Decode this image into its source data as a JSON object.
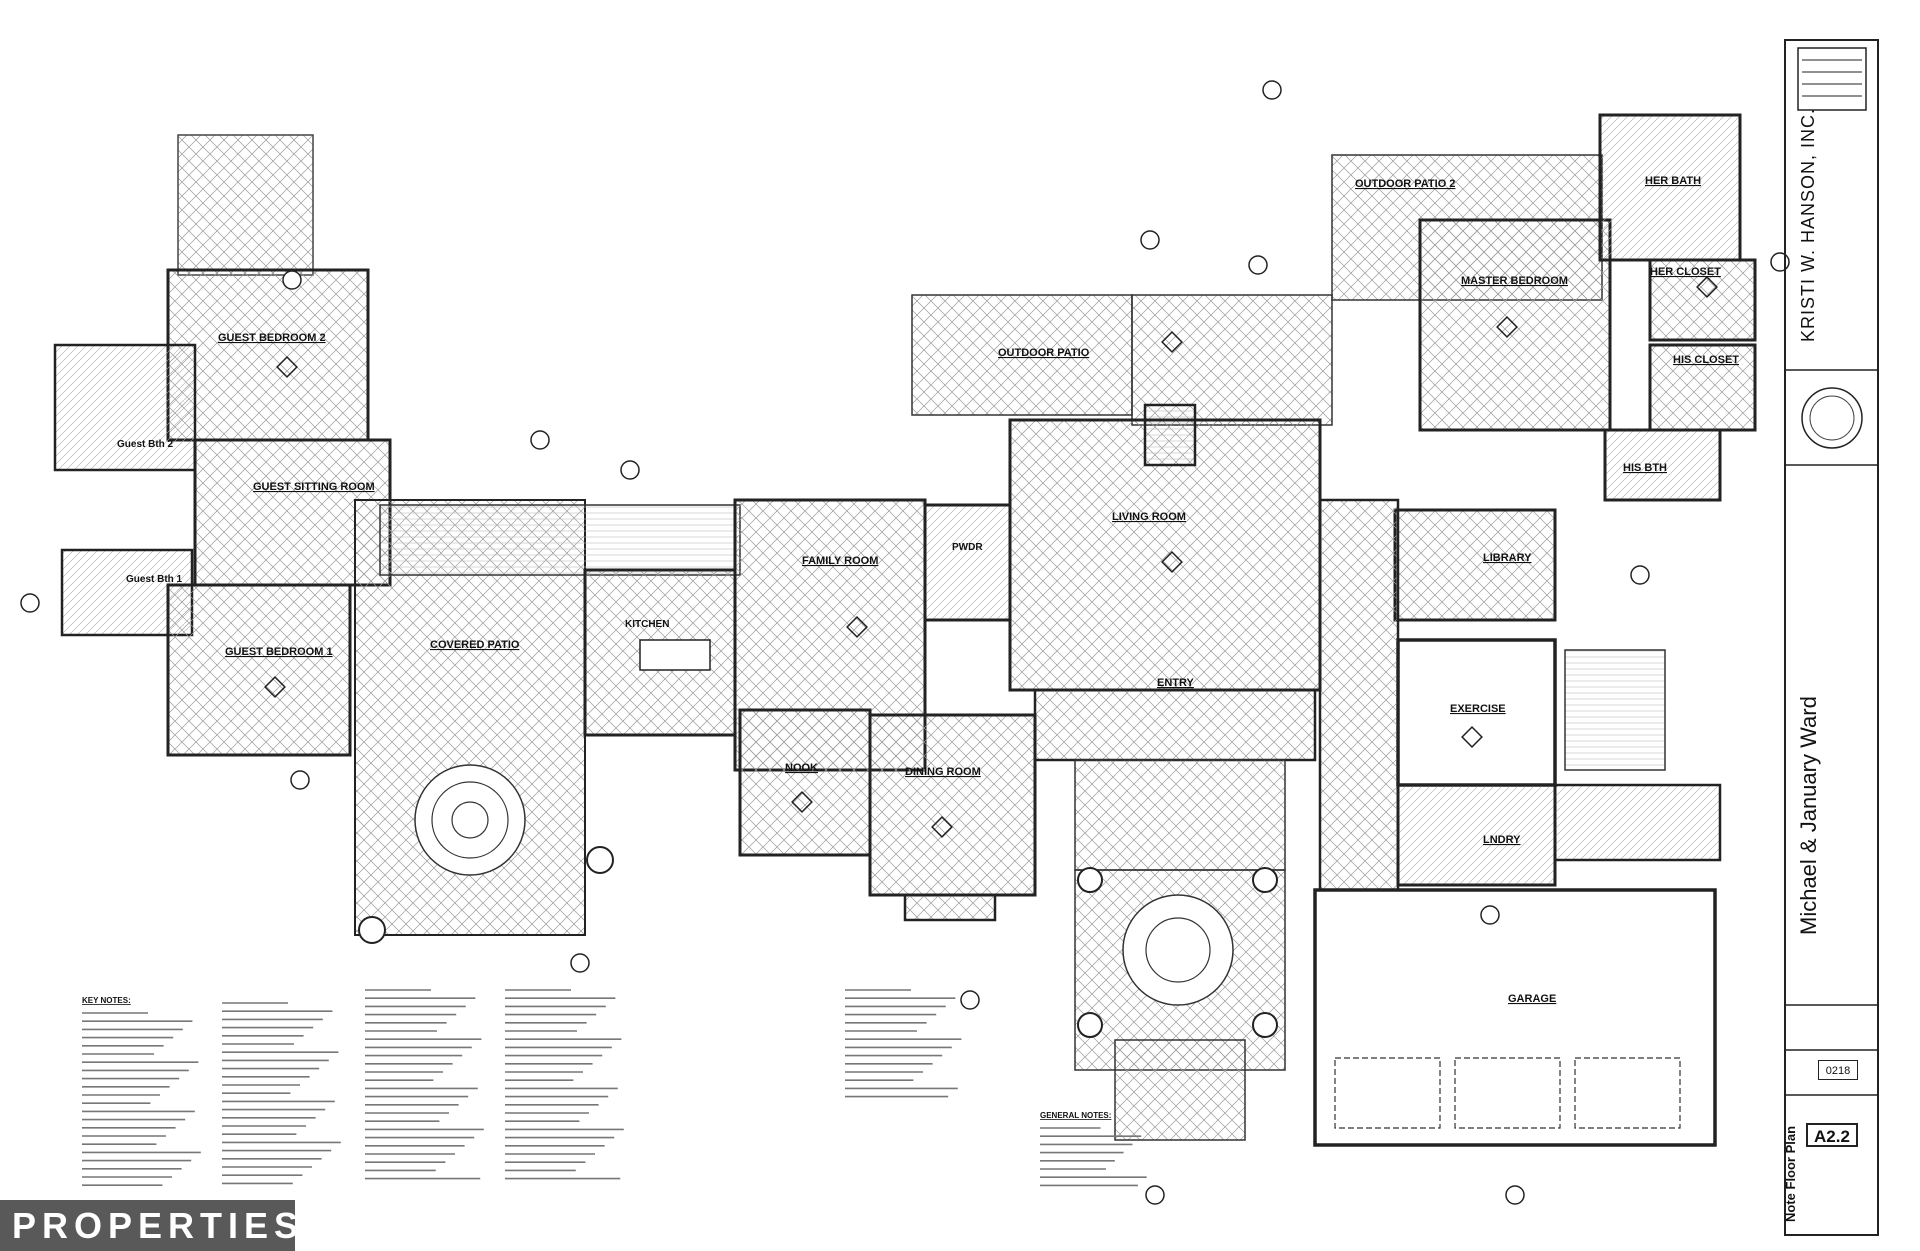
{
  "rooms": {
    "guest_bedroom_2": "GUEST BEDROOM 2",
    "guest_bth_2": "Guest Bth 2",
    "guest_sitting_room": "GUEST SITTING ROOM",
    "guest_bth_1": "Guest Bth 1",
    "guest_bedroom_1": "GUEST BEDROOM 1",
    "covered_patio": "COVERED PATIO",
    "kitchen": "KITCHEN",
    "family_room": "FAMILY ROOM",
    "nook": "NOOK",
    "dining_room": "DINING ROOM",
    "pwdr": "PWDR",
    "outdoor_patio": "OUTDOOR PATIO",
    "living_room": "LIVING ROOM",
    "entry": "ENTRY",
    "outdoor_patio_2": "OUTDOOR PATIO 2",
    "master_bedroom": "MASTER BEDROOM",
    "her_bath": "HER BATH",
    "her_closet": "HER CLOSET",
    "his_closet": "HIS CLOSET",
    "his_bth": "HIS BTH",
    "library": "LIBRARY",
    "exercise": "EXERCISE",
    "lndry": "LNDRY",
    "garage": "GARAGE"
  },
  "notes": {
    "key_notes_heading": "KEY NOTES:",
    "general_notes_heading": "GENERAL NOTES:"
  },
  "title_block": {
    "firm": "KRISTI W. HANSON, INC.",
    "client": "Michael & January Ward",
    "sheet_title": "Note Floor Plan",
    "sheet_number": "0218",
    "sheet_code": "A2.2"
  },
  "watermark": "PROPERTIES",
  "colors": {
    "line": "#222222",
    "hatch": "#444444",
    "watermark_bg": "#595959",
    "watermark_text": "#ffffff"
  }
}
